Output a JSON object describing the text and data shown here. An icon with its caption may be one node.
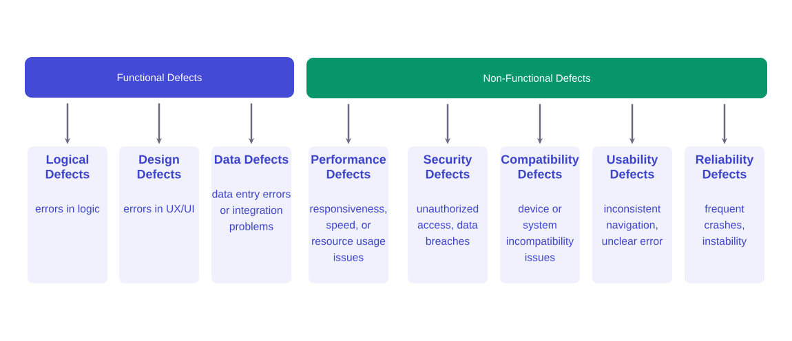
{
  "diagram": {
    "nodes": [
      {
        "text": [
          "Functional Defects"
        ]
      },
      {
        "text": [
          "Non-Functional Defects"
        ]
      },
      {
        "text": [
          "Logical Defects",
          "errors in logic"
        ]
      },
      {
        "text": [
          "Design Defects",
          "errors in UX/UI"
        ]
      },
      {
        "text": [
          "Data Defects",
          "data entry errors or integration problems"
        ]
      },
      {
        "text": [
          "Performance Defects",
          "responsiveness, speed, or resource usage issues"
        ]
      },
      {
        "text": [
          "Security Defects",
          "unauthorized access, data breaches"
        ]
      },
      {
        "text": [
          "Compatibility Defects",
          "device or system incompatibility issues"
        ]
      },
      {
        "text": [
          "Usability Defects",
          "inconsistent navigation, unclear error"
        ]
      },
      {
        "text": [
          "Reliability Defects",
          "frequent crashes, instability"
        ]
      }
    ],
    "edges": [
      {
        "from": 0,
        "to": 2,
        "arrow": "to"
      },
      {
        "from": 0,
        "to": 3,
        "arrow": "to"
      },
      {
        "from": 0,
        "to": 4,
        "arrow": "to"
      },
      {
        "from": 1,
        "to": 5,
        "arrow": "to"
      },
      {
        "from": 1,
        "to": 6,
        "arrow": "to"
      },
      {
        "from": 1,
        "to": 7,
        "arrow": "to"
      },
      {
        "from": 1,
        "to": 8,
        "arrow": "to"
      },
      {
        "from": 1,
        "to": 9,
        "arrow": "to"
      }
    ]
  }
}
